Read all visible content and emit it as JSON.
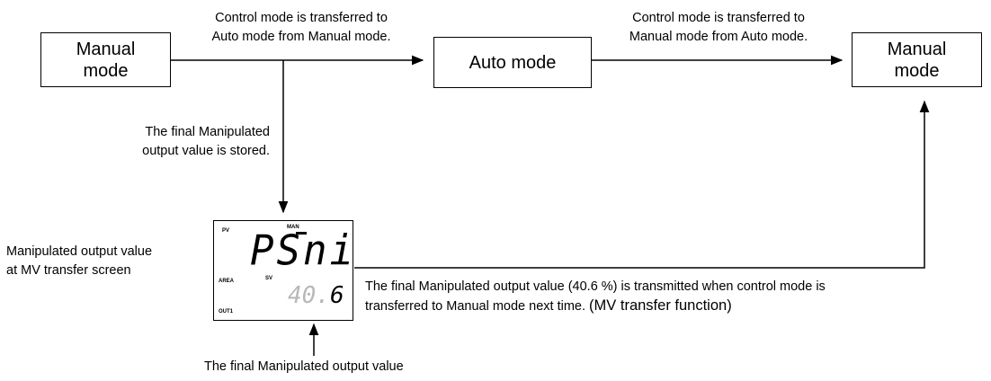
{
  "boxes": {
    "manual_left": "Manual\nmode",
    "auto": "Auto mode",
    "manual_right": "Manual\nmode"
  },
  "arrow_labels": {
    "to_auto": "Control mode is transferred to\nAuto mode from Manual mode.",
    "to_manual": "Control mode is transferred to\nManual mode from Auto mode.",
    "stored": "The final Manipulated\noutput value is stored."
  },
  "lcd": {
    "tag_pv": "PV",
    "tag_man": "MAN",
    "tag_area": "AREA",
    "tag_sv": "SV",
    "tag_out1": "OUT1",
    "main_display": "PSni",
    "value_dim": "40.",
    "value_bright": "6"
  },
  "notes": {
    "screen_label": "Manipulated output value\nat MV transfer screen",
    "transmit_line1": "The final Manipulated output value (40.6 %) is transmitted when control mode is",
    "transmit_line2_a": "transferred to Manual mode next time. ",
    "transmit_line2_b": "(MV transfer function)",
    "final_value": "The final Manipulated output value"
  }
}
